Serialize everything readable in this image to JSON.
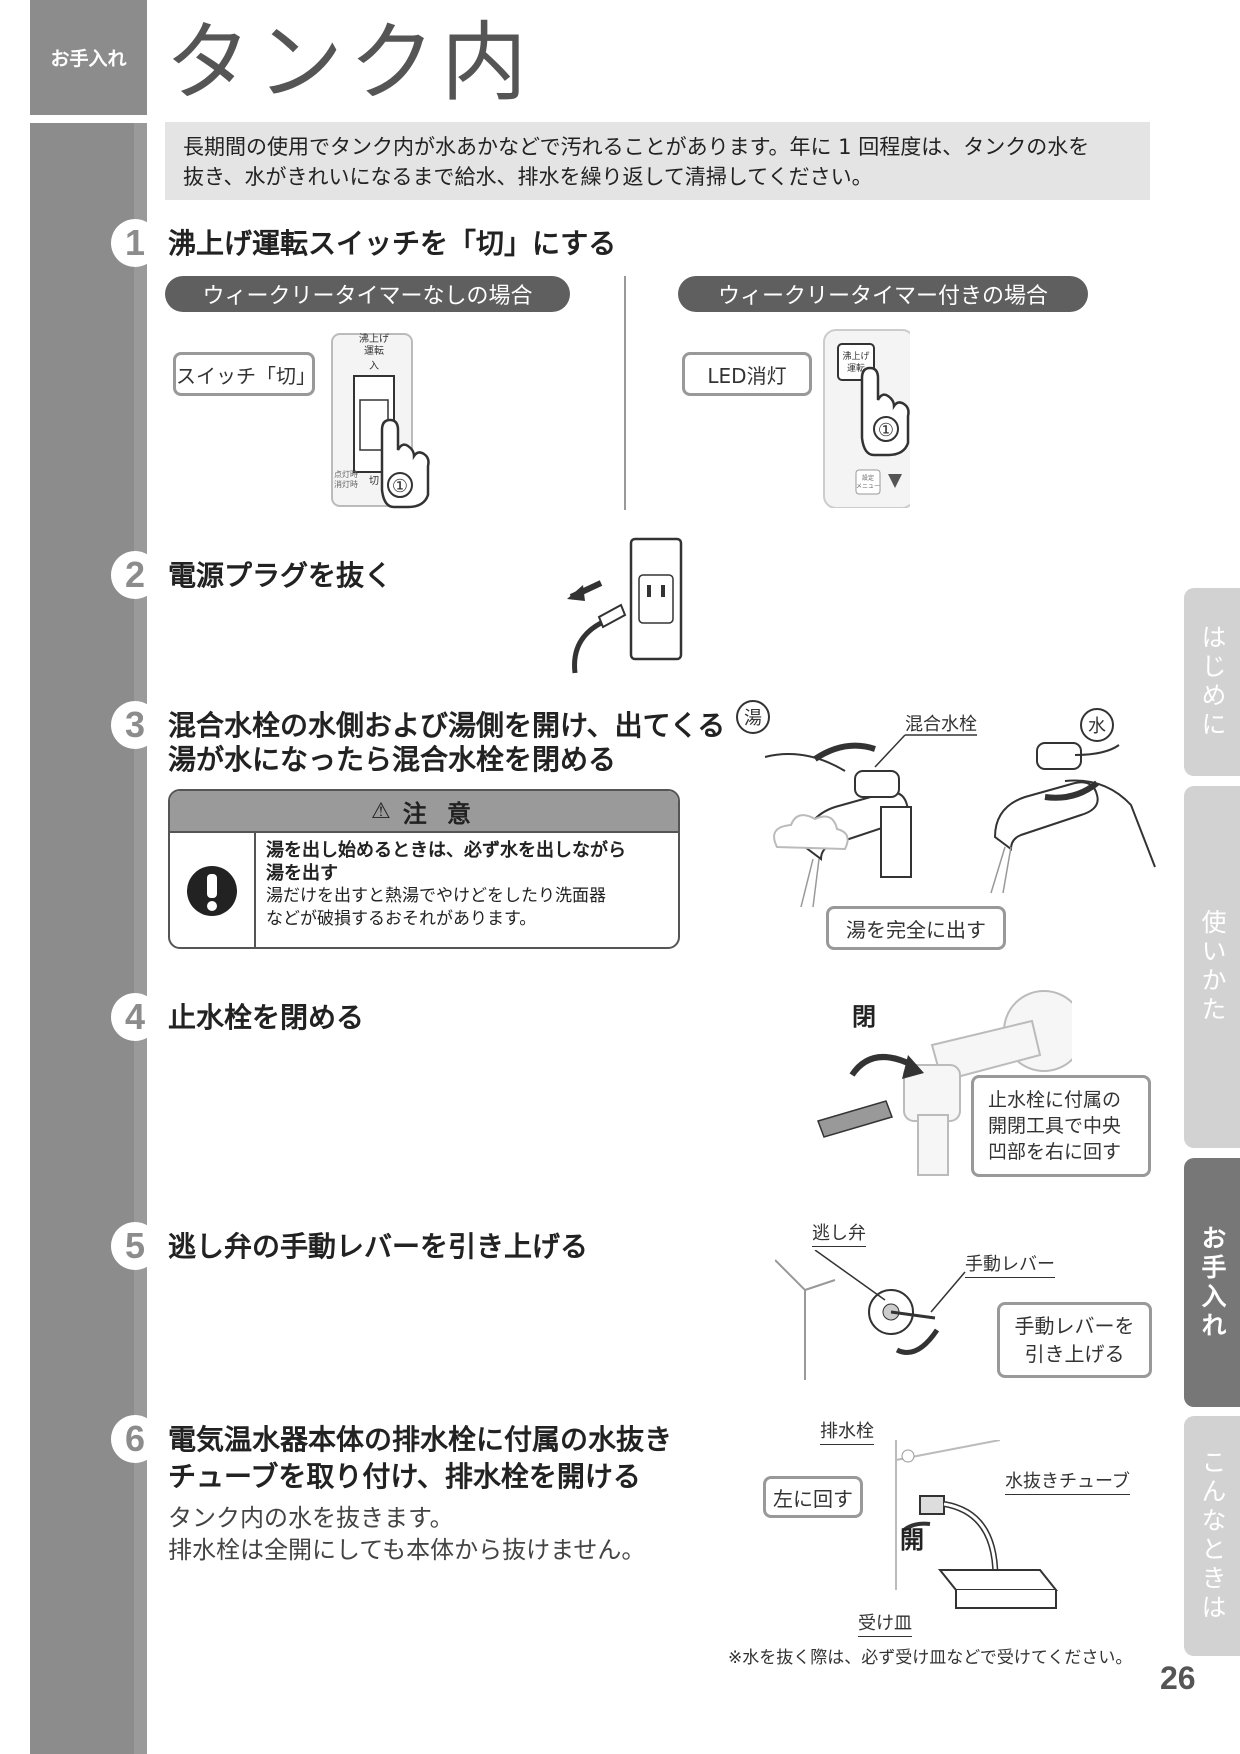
{
  "section_label": "お手入れ",
  "page_title": "タンク内",
  "intro": {
    "line1": "長期間の使用でタンク内が水あかなどで汚れることがあります。年に 1 回程度は、タンクの水を",
    "line2": "抜き、水がきれいになるまで給水、排水を繰り返して清掃してください。"
  },
  "steps": [
    {
      "number": "1",
      "title": "沸上げ運転スイッチを「切」にする"
    },
    {
      "number": "2",
      "title": "電源プラグを抜く"
    },
    {
      "number": "3",
      "title_line1": "混合水栓の水側および湯側を開け、出てくる",
      "title_line2": "湯が水になったら混合水栓を閉める"
    },
    {
      "number": "4",
      "title": "止水栓を閉める"
    },
    {
      "number": "5",
      "title": "逃し弁の手動レバーを引き上げる"
    },
    {
      "number": "6",
      "title_line1": "電気温水器本体の排水栓に付属の水抜き",
      "title_line2": "チューブを取り付け、排水栓を開ける",
      "desc_line1": "タンク内の水を抜きます。",
      "desc_line2": "排水栓は全開にしても本体から抜けません。"
    }
  ],
  "step1": {
    "pill_left": "ウィークリータイマーなしの場合",
    "pill_right": "ウィークリータイマー付きの場合",
    "callout_left": "スイッチ「切」",
    "callout_right": "LED消灯",
    "switch_top_label": "沸上げ",
    "switch_top_label2": "運転",
    "switch_on": "入",
    "switch_off": "切",
    "switch_led1": "点灯時",
    "switch_led2": "消灯時",
    "panel_btn_line1": "沸上げ",
    "panel_btn_line2": "運転",
    "panel_small": "設定",
    "panel_small2": "メニュー",
    "finger_mark": "①"
  },
  "step3": {
    "hot_mark": "湯",
    "cold_mark": "水",
    "faucet_label": "混合水栓",
    "callout": "湯を完全に出す",
    "caution_title": "注 意",
    "caution_bold_line1": "湯を出し始めるときは、必ず水を出しながら",
    "caution_bold_line2": "湯を出す",
    "caution_line1": "湯だけを出すと熱湯でやけどをしたり洗面器",
    "caution_line2": "などが破損するおそれがあります。"
  },
  "step4": {
    "close_mark": "閉",
    "callout_line1": "止水栓に付属の",
    "callout_line2": "開閉工具で中央",
    "callout_line3": "凹部を右に回す"
  },
  "step5": {
    "valve_label": "逃し弁",
    "lever_label": "手動レバー",
    "callout_line1": "手動レバーを",
    "callout_line2": "引き上げる"
  },
  "step6": {
    "drain_label": "排水栓",
    "tube_label": "水抜きチューブ",
    "turn_left": "左に回す",
    "open_mark": "開",
    "tray_label": "受け皿",
    "note": "※水を抜く際は、必ず受け皿などで受けてください。"
  },
  "tabs": [
    {
      "label": "はじめに",
      "active": false
    },
    {
      "label": "使いかた",
      "active": false
    },
    {
      "label": "お手入れ",
      "active": true
    },
    {
      "label": "こんなときは",
      "active": false
    }
  ],
  "page_number": "26"
}
